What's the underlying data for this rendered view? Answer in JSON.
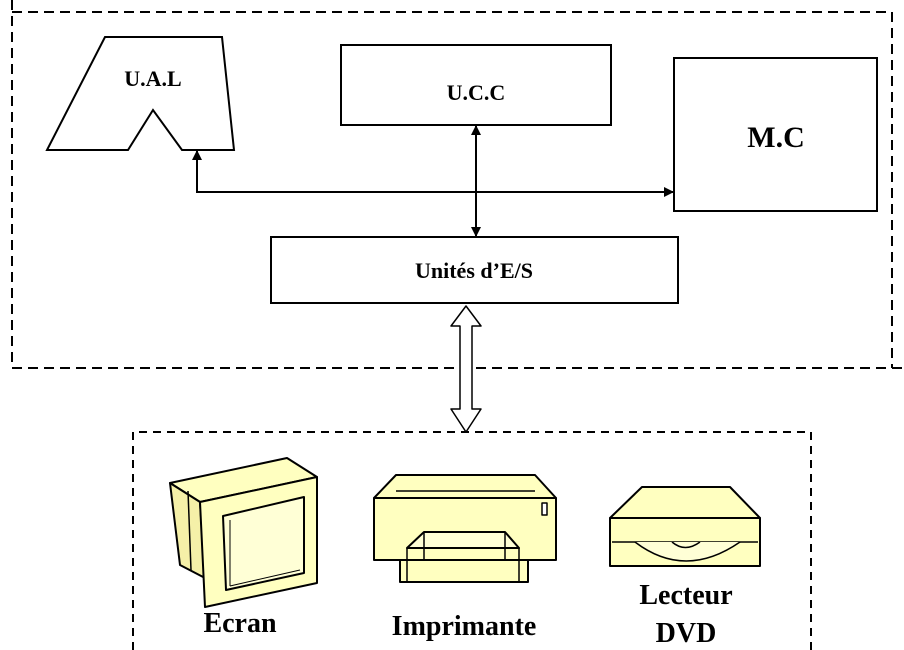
{
  "cpu": {
    "alu_label": "U.A.L",
    "control_label": "U.C.C",
    "memory_label": "M.C",
    "io_label": "Unités d’E/S"
  },
  "peripherals": {
    "screen_label": "Ecran",
    "printer_label": "Imprimante",
    "dvd_label_line1": "Lecteur",
    "dvd_label_line2": "DVD"
  },
  "colors": {
    "stroke": "#000000",
    "device_fill": "#ffffc0",
    "background": "#ffffff"
  }
}
